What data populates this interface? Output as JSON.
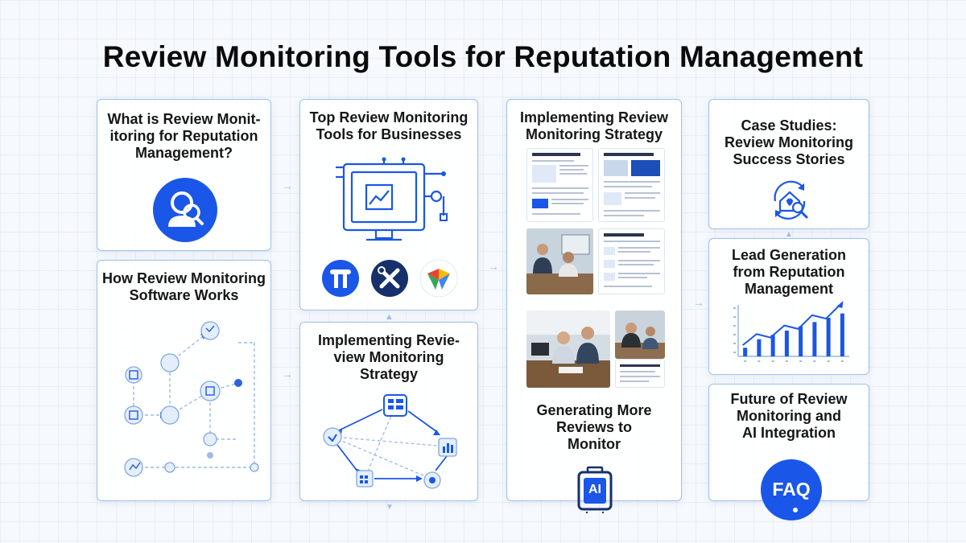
{
  "title": "Review Monitoring Tools for Reputation Management",
  "cards": {
    "what_is": "What is Review Monit-\nitoring for Reputation\nManagement?",
    "how_works": "How Review Monitoring\nSoftware Works",
    "top_tools": "Top Review Monitoring\nTools for Businesses",
    "implementing_1": "Implementing Revie-\nview Monitoring\nStrategy",
    "implementing_2": "Implementing Review\nMonitoring Strategy",
    "generating": "Generating More\nReviews to\nMonitor",
    "case_studies": "Case Studies:\nReview Monitoring\nSuccess Stories",
    "lead_gen": "Lead Generation\nfrom Reputation\nManagement",
    "future": "Future of Review\nMonitoring and\nAI Integration"
  },
  "icons": {
    "ai_badge": "AI",
    "faq_badge": "FAQ"
  },
  "colors": {
    "accent": "#1a56e8",
    "navy": "#15306b",
    "card_border": "#9ec0ec"
  },
  "chart_data": {
    "type": "bar",
    "categories": [
      "",
      "",
      "",
      "",
      "",
      "",
      "",
      ""
    ],
    "values": [
      1,
      2,
      2.5,
      3,
      3.5,
      4,
      4.5,
      5
    ],
    "trend": [
      1.3,
      2.6,
      2.2,
      3.6,
      3.2,
      4.8,
      4.4,
      6.0
    ],
    "grid": false
  }
}
